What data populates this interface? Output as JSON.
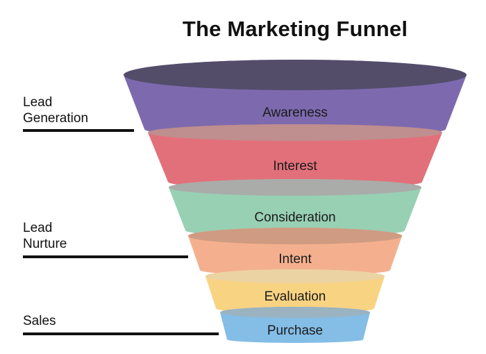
{
  "title": "The Marketing Funnel",
  "stages": [
    {
      "label": "Awareness",
      "color": "#7d6aae",
      "top_color": "#534d6a"
    },
    {
      "label": "Interest",
      "color": "#e2707a",
      "top_color": "#bf8e8e"
    },
    {
      "label": "Consideration",
      "color": "#98d0b4",
      "top_color": "#a9aca9"
    },
    {
      "label": "Intent",
      "color": "#f4b08e",
      "top_color": "#cf9b82"
    },
    {
      "label": "Evaluation",
      "color": "#f8d382",
      "top_color": "#ecd3a4"
    },
    {
      "label": "Purchase",
      "color": "#84bde6",
      "top_color": "#9bb3c1"
    }
  ],
  "side_labels": [
    {
      "text": "Lead\nGeneration"
    },
    {
      "text": "Lead\nNurture"
    },
    {
      "text": "Sales"
    }
  ]
}
